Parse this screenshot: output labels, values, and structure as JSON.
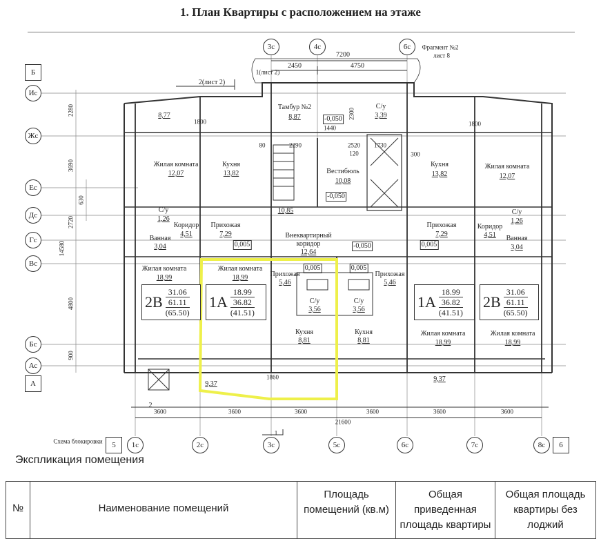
{
  "title": "1.   План Квартиры с расположением на этаже",
  "top_axes": [
    "3с",
    "4с",
    "6с"
  ],
  "fragment": {
    "line1": "Фрагмент №2",
    "line2": "лист 8"
  },
  "dims_top": [
    "7200",
    "2450",
    "4750",
    "1(лист 2)",
    "2(лист 2)"
  ],
  "left_axes": [
    "Б",
    "Ис",
    "Жс",
    "Ес",
    "Дс",
    "Гс",
    "Вс",
    "Бс",
    "Ас",
    "А"
  ],
  "left_dims": [
    "2280",
    "3690",
    "630",
    "2720",
    "14580",
    "4800",
    "900"
  ],
  "rooms": [
    "8,77",
    "1800",
    "Тамбур №2",
    "8,87",
    "-0,050",
    "2300",
    "С/у",
    "3,39",
    "1440",
    "2290",
    "2520",
    "1730",
    "120",
    "300",
    "80",
    "Жилая комната",
    "12,07",
    "Кухня",
    "13,82",
    "Вестибюль",
    "10,08",
    "-0,050",
    "10,85",
    "Кухня",
    "13,82",
    "Жилая комната",
    "12,07",
    "1800",
    "С/у",
    "1,26",
    "Коридор",
    "4,51",
    "Ванная",
    "3,04",
    "Прихожая",
    "7,29",
    "Внеквартирный",
    "коридор",
    "12,64",
    "0,005",
    "-0,050",
    "Прихожая",
    "7,29",
    "0,005",
    "Коридор",
    "4,51",
    "С/у",
    "1,26",
    "Ванная",
    "3,04",
    "Жилая комната",
    "18,99",
    "Жилая комната",
    "18,99",
    "Прихожая",
    "5,46",
    "0,005",
    "0,005",
    "Прихожая",
    "5,46",
    "С/у",
    "3,56",
    "С/у",
    "3,56",
    "Кухня",
    "8,81",
    "Кухня",
    "8,81",
    "Жилая комната",
    "18,99",
    "Жилая комната",
    "18,99",
    "9,37",
    "1860",
    "9,37"
  ],
  "apartments": [
    {
      "type": "2В",
      "living": "31.06",
      "total": "61.11",
      "full": "(65.50)"
    },
    {
      "type": "1А",
      "living": "18.99",
      "total": "36.82",
      "full": "(41.51)"
    },
    {
      "type": "1А",
      "living": "18.99",
      "total": "36.82",
      "full": "(41.51)"
    },
    {
      "type": "2В",
      "living": "31.06",
      "total": "61.11",
      "full": "(65.50)"
    }
  ],
  "bottom_dims": [
    "3600",
    "3600",
    "3600",
    "3600",
    "3600",
    "3600",
    "21600",
    "2",
    "1"
  ],
  "blocking": {
    "label": "Схема блокировки",
    "axes": [
      "5",
      "1с",
      "2с",
      "3с",
      "5с",
      "6с",
      "7с",
      "8с",
      "6"
    ]
  },
  "explication_title": "Экспликация помещения",
  "table": {
    "headers": [
      "№",
      "Наименование помещений",
      "Площадь помещений (кв.м)",
      "Общая приведенная площадь квартиры",
      "Общая площадь квартиры без лоджий"
    ]
  },
  "colors": {
    "highlight": "#eef04a",
    "lines": "#333333"
  }
}
